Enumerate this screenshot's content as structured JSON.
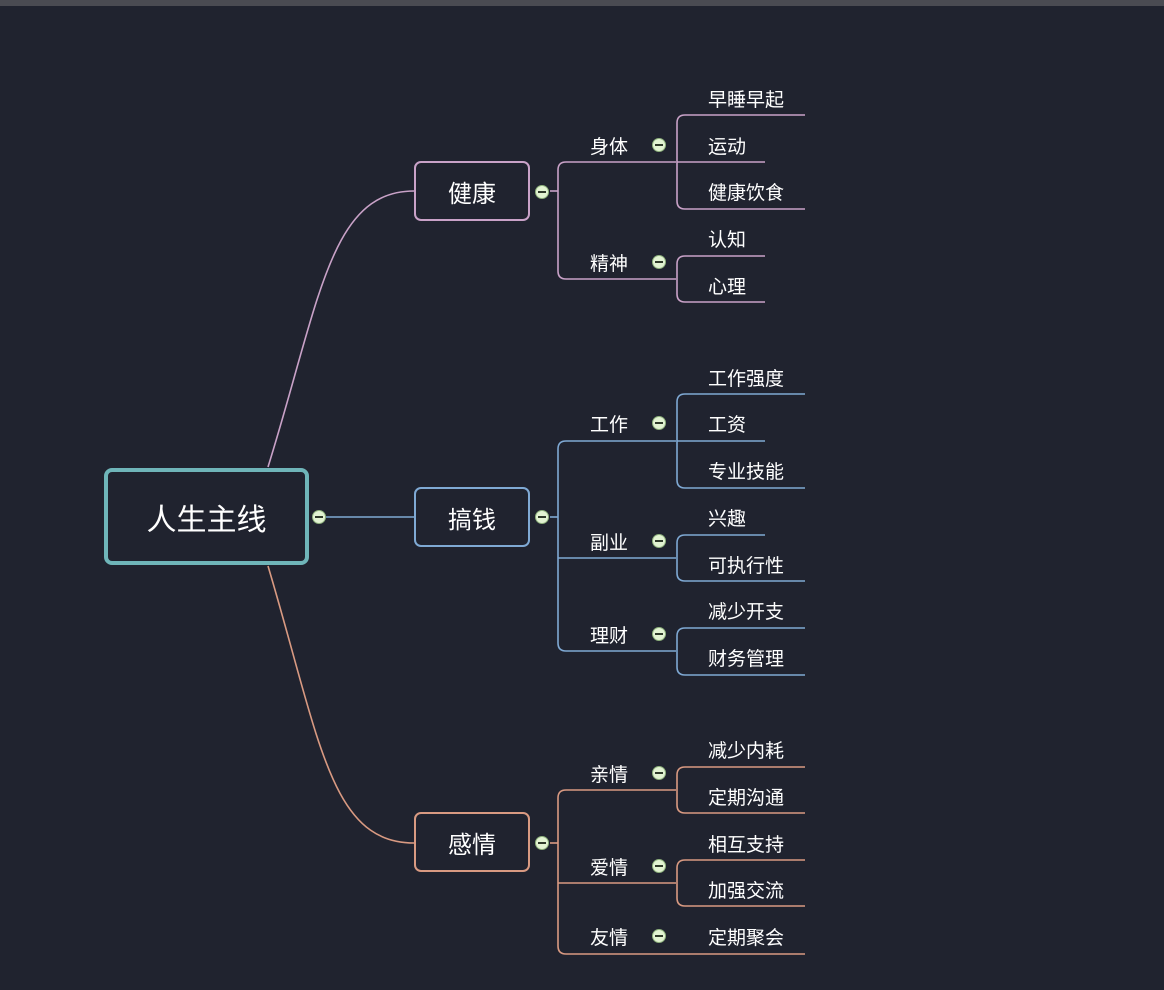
{
  "root": {
    "label": "人生主线"
  },
  "branches": [
    {
      "label": "健康",
      "color": "#c9a2c8",
      "children": [
        {
          "label": "身体",
          "leaves": [
            "早睡早起",
            "运动",
            "健康饮食"
          ]
        },
        {
          "label": "精神",
          "leaves": [
            "认知",
            "心理"
          ]
        }
      ]
    },
    {
      "label": "搞钱",
      "color": "#7fa9d4",
      "children": [
        {
          "label": "工作",
          "leaves": [
            "工作强度",
            "工资",
            "专业技能"
          ]
        },
        {
          "label": "副业",
          "leaves": [
            "兴趣",
            "可执行性"
          ]
        },
        {
          "label": "理财",
          "leaves": [
            "减少开支",
            "财务管理"
          ]
        }
      ]
    },
    {
      "label": "感情",
      "color": "#d99a82",
      "children": [
        {
          "label": "亲情",
          "leaves": [
            "减少内耗",
            "定期沟通"
          ]
        },
        {
          "label": "爱情",
          "leaves": [
            "相互支持",
            "加强交流"
          ]
        },
        {
          "label": "友情",
          "leaves": [
            "定期聚会"
          ]
        }
      ]
    }
  ],
  "collapse_icon": "minus-circle-icon"
}
